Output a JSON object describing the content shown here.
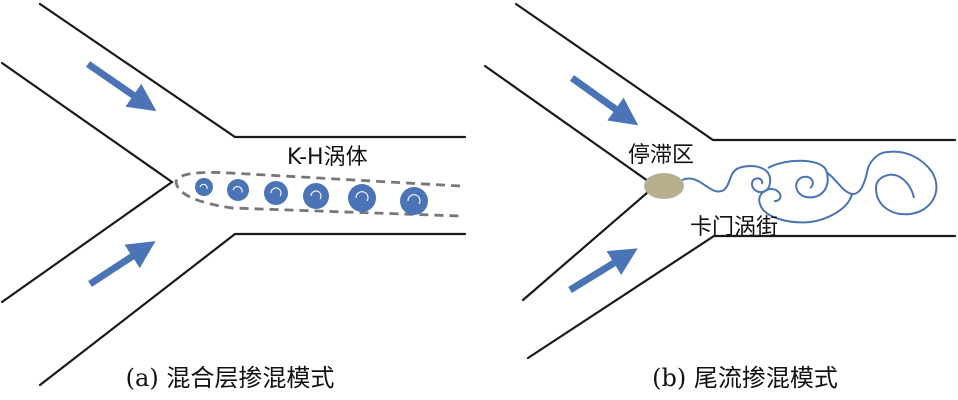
{
  "colors": {
    "wall": "#1a1a1a",
    "arrow": "#4a74b5",
    "vortex": "#4a74b5",
    "shear_layer_outline": "#777777",
    "stagnation_zone": "#b7b08e",
    "wake_line": "#4a74b5"
  },
  "panel_a": {
    "vortex_label": "K-H涡体",
    "caption": "(a) 混合层掺混模式"
  },
  "panel_b": {
    "stagnation_label": "停滞区",
    "vortex_street_label": "卡门涡街",
    "caption": "(b) 尾流掺混模式"
  }
}
